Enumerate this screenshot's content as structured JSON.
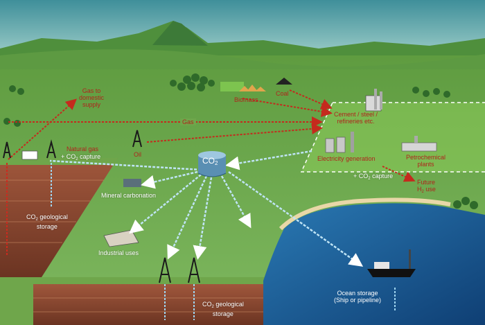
{
  "hub": {
    "label": "CO",
    "sub": "2"
  },
  "labels": {
    "gas_domestic": [
      "Gas to",
      "domestic",
      "supply"
    ],
    "natural_gas": "Natural gas",
    "co2_capture_prefix": "+ CO",
    "co2_capture_suffix": " capture",
    "co2_capture_sub": "2",
    "gas": "Gas",
    "oil": "Oil",
    "coal": "Coal",
    "biomass": "Biomass",
    "cement": [
      "Cement / steel /",
      "refineries etc."
    ],
    "electricity": "Electricity generation",
    "petrochemical": [
      "Petrochemical",
      "plants"
    ],
    "future_h2": [
      "Future",
      "H",
      "2",
      " use"
    ],
    "mineral": "Mineral carbonation",
    "industrial": "Industrial uses",
    "geo_left": [
      "CO",
      "2",
      " geological",
      "storage"
    ],
    "geo_center": [
      "CO",
      "2",
      " geological",
      "storage"
    ],
    "ocean": [
      "Ocean storage",
      "(Ship or pipeline)"
    ]
  },
  "colors": {
    "sky": "#8fc6c9",
    "land": "#6fa64b",
    "ocean": "#1d5d97",
    "soil": "#8a4b34",
    "red_arrow": "#c52a1d",
    "blue_arrow": "#9fd4ef"
  }
}
